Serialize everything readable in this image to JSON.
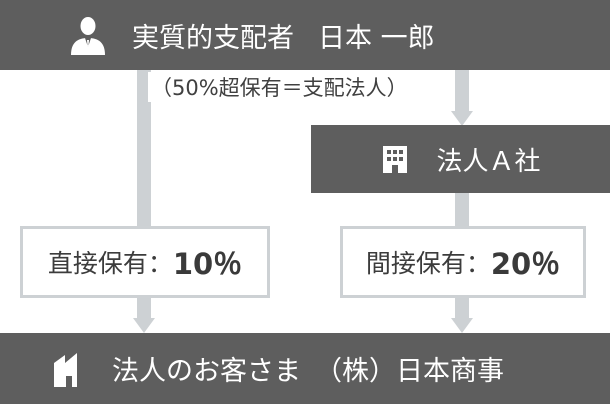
{
  "top": {
    "title_role": "実質的支配者",
    "title_name": "日本 一郎",
    "caption": "（50%超保有＝支配法人）"
  },
  "middle": {
    "title": "法人Ａ社"
  },
  "holdings": {
    "left_label": "直接保有：",
    "left_value": "10％",
    "right_label": "間接保有：",
    "right_value": "20％"
  },
  "bottom": {
    "title_role": "法人のお客さま",
    "title_name": "（株）日本商事"
  },
  "colors": {
    "bar": "#5e5e5e",
    "connector": "#cdd1d4",
    "text_dark": "#3c3c3c"
  },
  "icons": {
    "top": "person-icon",
    "middle": "building-icon",
    "bottom": "factory-icon"
  }
}
